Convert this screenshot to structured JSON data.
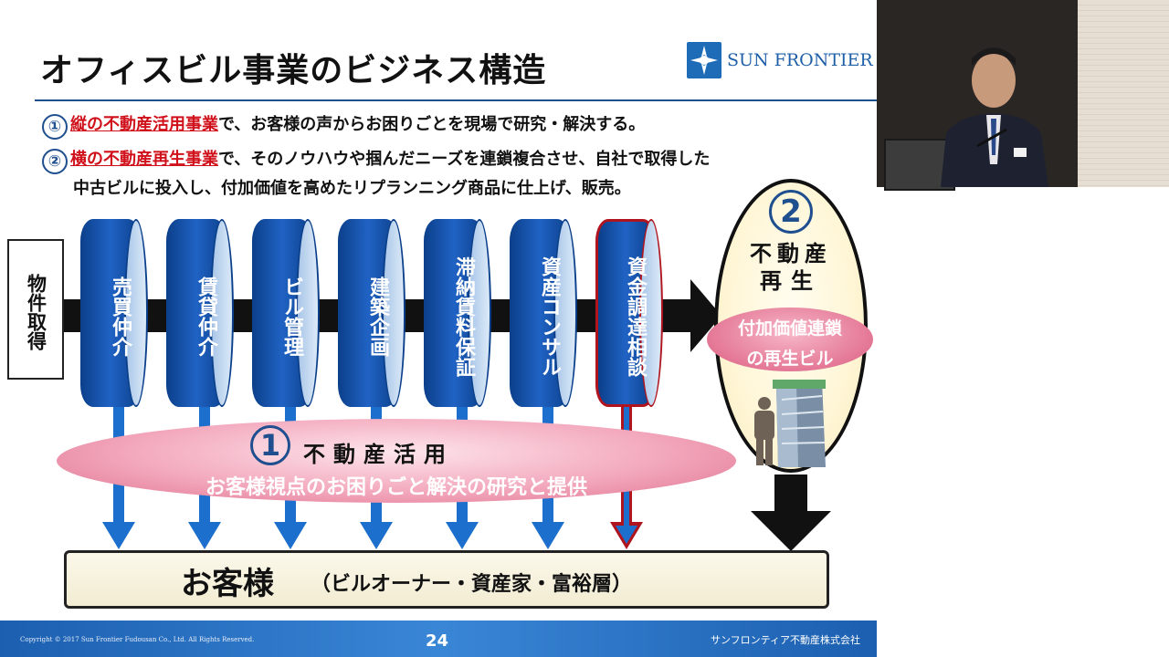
{
  "slide": {
    "title": "オフィスビル事業のビジネス構造",
    "logo_text": "SUN FRONTIER",
    "bullets": [
      {
        "num": "①",
        "highlight": "縦の不動産活用事業",
        "rest": "で、お客様の声からお困りごとを現場で研究・解決する。"
      },
      {
        "num": "②",
        "highlight": "横の不動産再生事業",
        "rest": "で、そのノウハウや掴んだニーズを連鎖複合させ、自社で取得した"
      }
    ],
    "bullet_continuation": "中古ビルに投入し、付加価値を高めたリプランニング商品に仕上げ、販売。",
    "acquisition": "物件取得",
    "services": [
      "売買仲介",
      "賃貸仲介",
      "ビル管理",
      "建築企画",
      "滞納賃料保証",
      "資産コンサル",
      "資金調達相談"
    ],
    "utilization": {
      "num": "1",
      "title": "不動産活用",
      "subtitle": "お客様視点のお困りごと解決の研究と提供"
    },
    "regeneration": {
      "num": "2",
      "title_line1": "不動産",
      "title_line2": "再生",
      "pill_line1": "付加価値連鎖",
      "pill_line2": "の再生ビル"
    },
    "customer": {
      "main": "お客様",
      "sub": "（ビルオーナー・資産家・富裕層）"
    },
    "footer": {
      "copyright": "Copyright © 2017 Sun Frontier Fudousan Co., Ltd. All Rights Reserved.",
      "page": "24",
      "company": "サンフロンティア不動産株式会社"
    }
  },
  "colors": {
    "drum_blue": "#1554aa",
    "highlight_red": "#d0101a",
    "accent_navy": "#1f4f8f",
    "footer_blue": "#2a74c6"
  }
}
